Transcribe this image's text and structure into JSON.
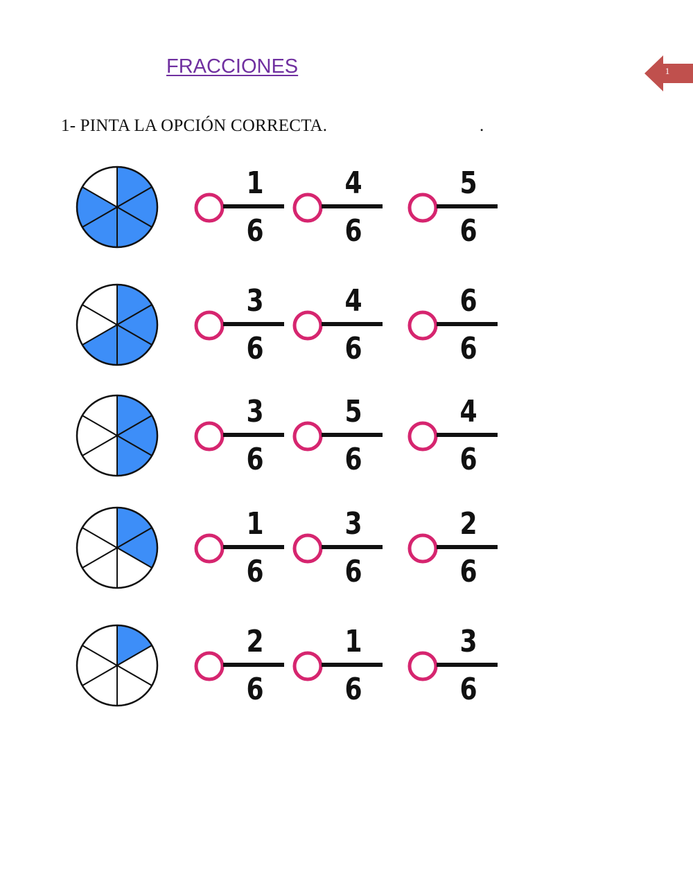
{
  "title": "FRACCIONES",
  "page_number": "1",
  "instruction": "1- PINTA LA OPCIÓN CORRECTA.",
  "instruction_dot": ".",
  "colors": {
    "title": "#7030a0",
    "pie_fill": "#3d8ef8",
    "option_ring": "#d6256f",
    "page_marker": "#c0504d"
  },
  "exercises": [
    {
      "shaded_slices": 5,
      "total_slices": 6,
      "options": [
        {
          "num": "1",
          "den": "6"
        },
        {
          "num": "4",
          "den": "6"
        },
        {
          "num": "5",
          "den": "6"
        }
      ]
    },
    {
      "shaded_slices": 4,
      "total_slices": 6,
      "options": [
        {
          "num": "3",
          "den": "6"
        },
        {
          "num": "4",
          "den": "6"
        },
        {
          "num": "6",
          "den": "6"
        }
      ]
    },
    {
      "shaded_slices": 3,
      "total_slices": 6,
      "options": [
        {
          "num": "3",
          "den": "6"
        },
        {
          "num": "5",
          "den": "6"
        },
        {
          "num": "4",
          "den": "6"
        }
      ]
    },
    {
      "shaded_slices": 2,
      "total_slices": 6,
      "options": [
        {
          "num": "1",
          "den": "6"
        },
        {
          "num": "3",
          "den": "6"
        },
        {
          "num": "2",
          "den": "6"
        }
      ]
    },
    {
      "shaded_slices": 1,
      "total_slices": 6,
      "options": [
        {
          "num": "2",
          "den": "6"
        },
        {
          "num": "1",
          "den": "6"
        },
        {
          "num": "3",
          "den": "6"
        }
      ]
    }
  ]
}
